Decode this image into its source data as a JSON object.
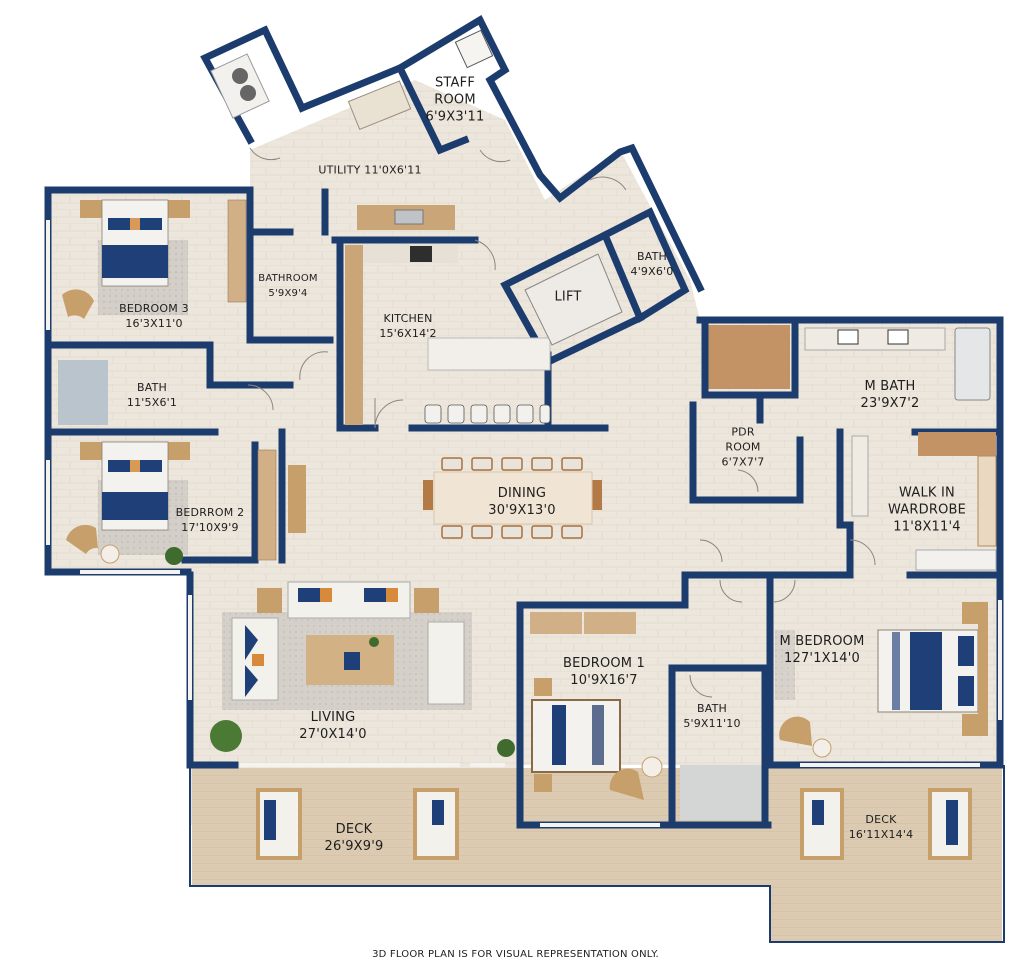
{
  "plan": {
    "colors": {
      "wall": "#1c3c6e",
      "floor": "#ebe4da",
      "deck": "#d9c8ae",
      "wood": "#c79f6b",
      "navy_fabric": "#1f3f78",
      "accent_orange": "#d68a3a",
      "plant": "#3f6b2e"
    },
    "rooms": [
      {
        "name": "STAFF\nROOM",
        "name_l1": "STAFF",
        "name_l2": "ROOM",
        "dims": "6'9X3'11"
      },
      {
        "name": "UTILITY",
        "dims": "11'0X6'11",
        "label": "UTILITY 11'0X6'11"
      },
      {
        "name": "BATHROOM",
        "dims": "5'9X9'4"
      },
      {
        "name": "BEDROOM 3",
        "dims": "16'3X11'0"
      },
      {
        "name": "BATH",
        "dims": "11'5X6'1"
      },
      {
        "name": "BEDRROM 2",
        "dims": "17'10X9'9"
      },
      {
        "name": "KITCHEN",
        "dims": "15'6X14'2"
      },
      {
        "name": "LIFT",
        "dims": ""
      },
      {
        "name": "BATH",
        "dims": "4'9X6'0"
      },
      {
        "name": "M BATH",
        "dims": "23'9X7'2"
      },
      {
        "name": "PDR",
        "name_l2": "ROOM",
        "dims": "6'7X7'7"
      },
      {
        "name": "WALK IN",
        "name_l2": "WARDROBE",
        "dims": "11'8X11'4"
      },
      {
        "name": "DINING",
        "dims": "30'9X13'0"
      },
      {
        "name": "LIVING",
        "dims": "27'0X14'0"
      },
      {
        "name": "BEDROOM 1",
        "dims": "10'9X16'7"
      },
      {
        "name": "BATH",
        "dims": "5'9X11'10"
      },
      {
        "name": "M BEDROOM",
        "dims": "127'1X14'0"
      },
      {
        "name": "DECK",
        "dims": "26'9X9'9"
      },
      {
        "name": "DECK",
        "dims": "16'11X14'4"
      }
    ],
    "footnote": "3D FLOOR PLAN IS FOR VISUAL REPRESENTATION ONLY."
  }
}
